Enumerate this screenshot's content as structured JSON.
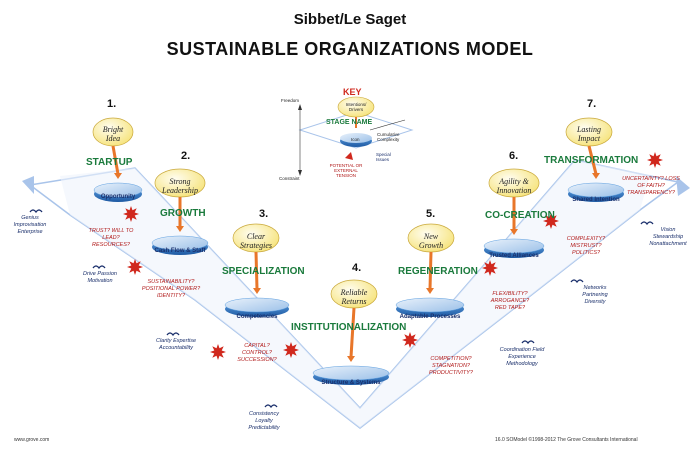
{
  "header": {
    "title_top": "Sibbet/Le Saget",
    "title_main": "SUSTAINABLE ORGANIZATIONS MODEL"
  },
  "key": {
    "heading": "KEY",
    "bubble": "Intentions/ Drivers",
    "stage_name": "STAGE NAME",
    "icon": "Icon",
    "axis_top": "Freedom",
    "axis_bottom": "Constraint",
    "cumulative": "Cumulative Complexity",
    "special": "Special Issues",
    "potential": "POTENTIAL OR EXTERNAL TENSION"
  },
  "stages": [
    {
      "num": "1.",
      "name": "STARTUP",
      "bubble": "Bright Idea",
      "disk": "Opportunity"
    },
    {
      "num": "2.",
      "name": "GROWTH",
      "bubble": "Strong Leadership",
      "disk": "Cash Flow & Staff"
    },
    {
      "num": "3.",
      "name": "SPECIALIZATION",
      "bubble": "Clear Strategies",
      "disk": "Competencies"
    },
    {
      "num": "4.",
      "name": "INSTITUTIONALIZATION",
      "bubble": "Reliable Returns",
      "disk": "Structure & Systems"
    },
    {
      "num": "5.",
      "name": "REGENERATION",
      "bubble": "New Growth",
      "disk": "Adaptable Processes"
    },
    {
      "num": "6.",
      "name": "CO-CREATION",
      "bubble": "Agility & Innovation",
      "disk": "Trusted Alliances"
    },
    {
      "num": "7.",
      "name": "TRANSFORMATION",
      "bubble": "Lasting Impact",
      "disk": "Shared Intention"
    }
  ],
  "risks": [
    "TRUST? WILL TO LEAD? RESOURCES?",
    "SUSTAINABILITY? POSITIONAL POWER? IDENTITY?",
    "CAPITAL? CONTROL? SUCCESSION?",
    "COMPETITION? STAGNATION? PRODUCTIVITY?",
    "FLEXIBILITY? ARROGANCE? RED TAPE?",
    "COMPLEXITY? MISTRUST? POLITICS?",
    "UNCERTAINTY? LOSS OF FAITH? TRANSPARENCY?"
  ],
  "values": [
    "Genius Improvisation Enterprise",
    "Drive Passion Motivation",
    "Clarity Expertise Accountability",
    "Consistency Loyalty Predictability",
    "Coordination Field Experience Methodology",
    "Networks Partnering Diversity",
    "Vision Stewardship Nonattachment"
  ],
  "footer": {
    "left": "www.grove.com",
    "right": "16.0 SOModel ©1998-2012 The Grove Consultants International"
  },
  "colors": {
    "stage_green": "#1a7a3c",
    "bubble": "#fdf3a6",
    "arrow": "#e8762a",
    "disk": "#2a6fb8",
    "path": "#a9c4ea",
    "risk": "#d0281d"
  }
}
